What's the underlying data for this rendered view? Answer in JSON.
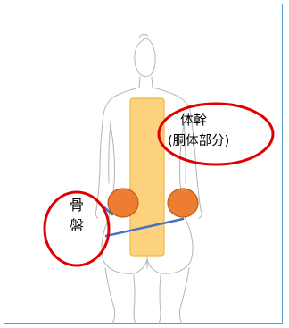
{
  "annotations": {
    "trunk": {
      "label": "体幹",
      "sublabel": "(胴体部分)"
    },
    "pelvis": {
      "label_line1": "骨",
      "label_line2": "盤"
    }
  },
  "colors": {
    "frame_border": "#5b9bd5",
    "trunk_fill": "#fdd27e",
    "trunk_stroke": "#f5b544",
    "pelvis_fill": "#ed7d31",
    "pelvis_stroke": "#c55a11",
    "callout_ellipse": "#e00000",
    "pointer_line": "#4472c4",
    "body_outline": "#b5b5b5"
  },
  "icons": {
    "body": "human-back-silhouette-icon"
  }
}
